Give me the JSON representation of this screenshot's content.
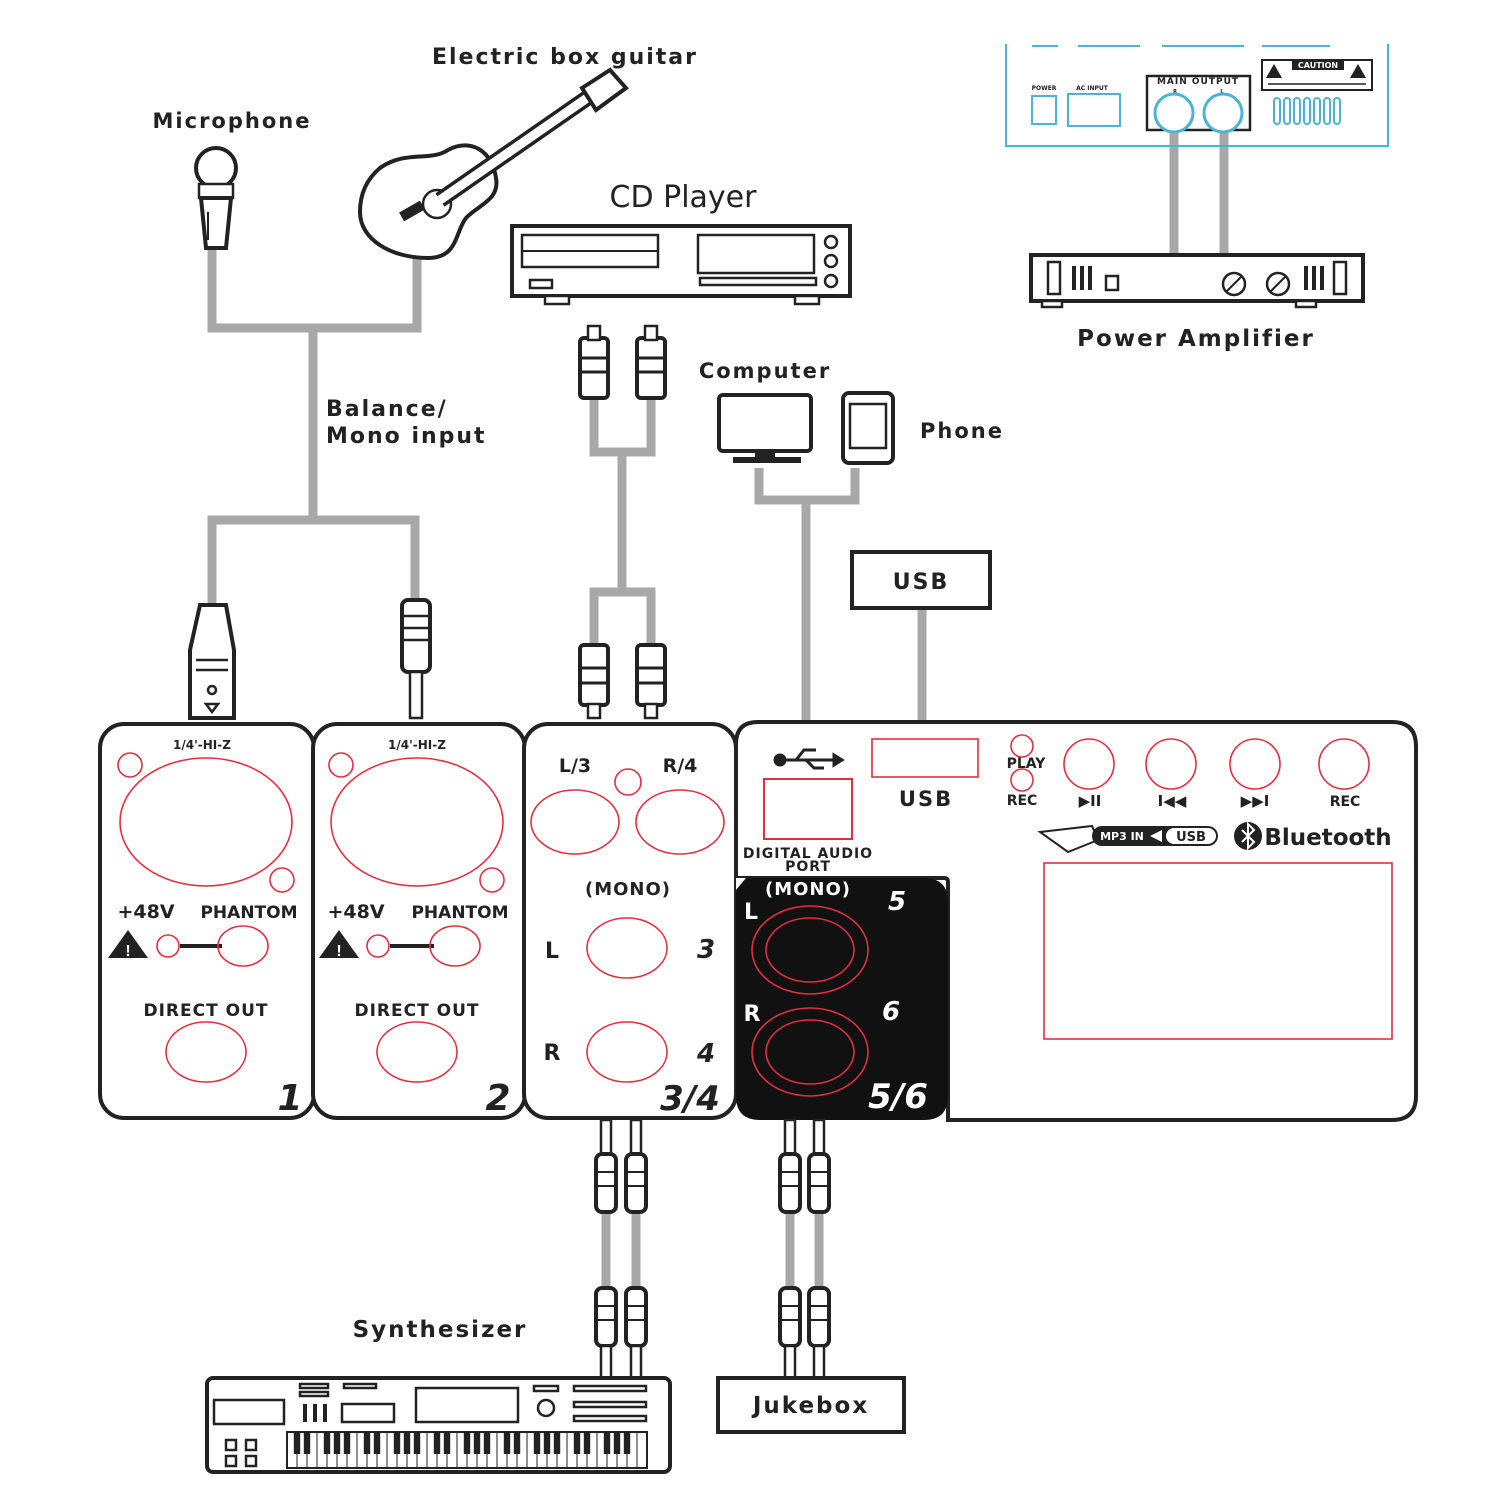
{
  "devices": {
    "microphone": "Microphone",
    "guitar": "Electric box guitar",
    "cd_player": "CD Player",
    "computer": "Computer",
    "phone": "Phone",
    "power_amplifier": "Power Amplifier",
    "synthesizer": "Synthesizer",
    "jukebox": "Jukebox",
    "usb_box": "USB"
  },
  "cable_label": {
    "line1": "Balance/",
    "line2": "Mono input"
  },
  "mixer": {
    "ch1": {
      "hiz": "1/4'-HI-Z",
      "v48": "+48V",
      "phantom": "PHANTOM",
      "direct_out": "DIRECT OUT",
      "number": "1"
    },
    "ch2": {
      "hiz": "1/4'-HI-Z",
      "v48": "+48V",
      "phantom": "PHANTOM",
      "direct_out": "DIRECT OUT",
      "number": "2"
    },
    "ch34": {
      "l3": "L/3",
      "r4": "R/4",
      "mono": "(MONO)",
      "l": "L",
      "r": "R",
      "n3": "3",
      "n4": "4",
      "number": "3/4"
    },
    "ch56": {
      "mono": "(MONO)",
      "l": "L",
      "r": "R",
      "n5": "5",
      "n6": "6",
      "number": "5/6"
    },
    "media": {
      "usb": "USB",
      "digital_audio_1": "DIGITAL AUDIO",
      "digital_audio_2": "PORT",
      "play": "PLAY",
      "rec_small": "REC",
      "play_pause": "▶II",
      "prev": "I◀◀",
      "next": "▶▶I",
      "rec": "REC",
      "mp3_in": "MP3 IN",
      "usb_badge": "USB",
      "bluetooth": "Bluetooth"
    }
  },
  "amp_panel": {
    "power": "POWER",
    "ac_input": "AC INPUT",
    "main_output": "MAIN OUTPUT",
    "r": "R",
    "l": "L",
    "caution": "CAUTION"
  }
}
